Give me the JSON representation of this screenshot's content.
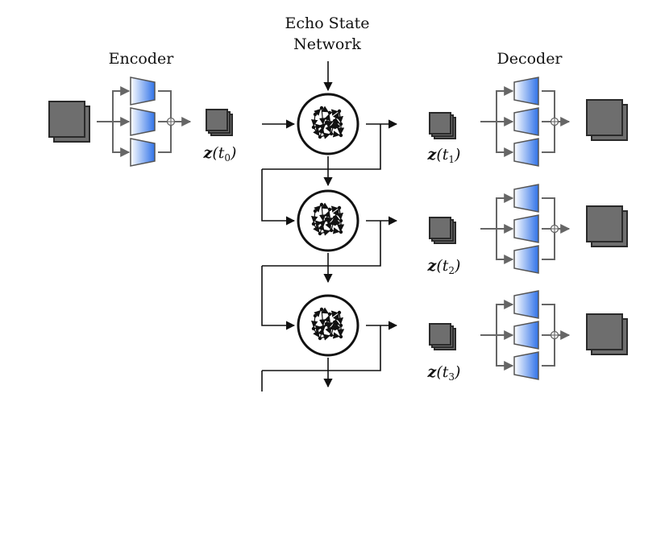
{
  "labels": {
    "encoder": "Encoder",
    "decoder": "Decoder",
    "esn_line1": "Echo State",
    "esn_line2": "Network"
  },
  "latents": [
    {
      "sym": "z",
      "var": "t",
      "sub": "0"
    },
    {
      "sym": "z",
      "var": "t",
      "sub": "1"
    },
    {
      "sym": "z",
      "var": "t",
      "sub": "2"
    },
    {
      "sym": "z",
      "var": "t",
      "sub": "3"
    }
  ],
  "colors": {
    "stroke": "#111111",
    "gray_arrow": "#666666",
    "frame_fill": "#6e6e6e",
    "frame_stroke": "#2a2a2a",
    "trap_light": "#ffffff",
    "trap_dark": "#2f72e8",
    "trap_stroke": "#555555"
  }
}
